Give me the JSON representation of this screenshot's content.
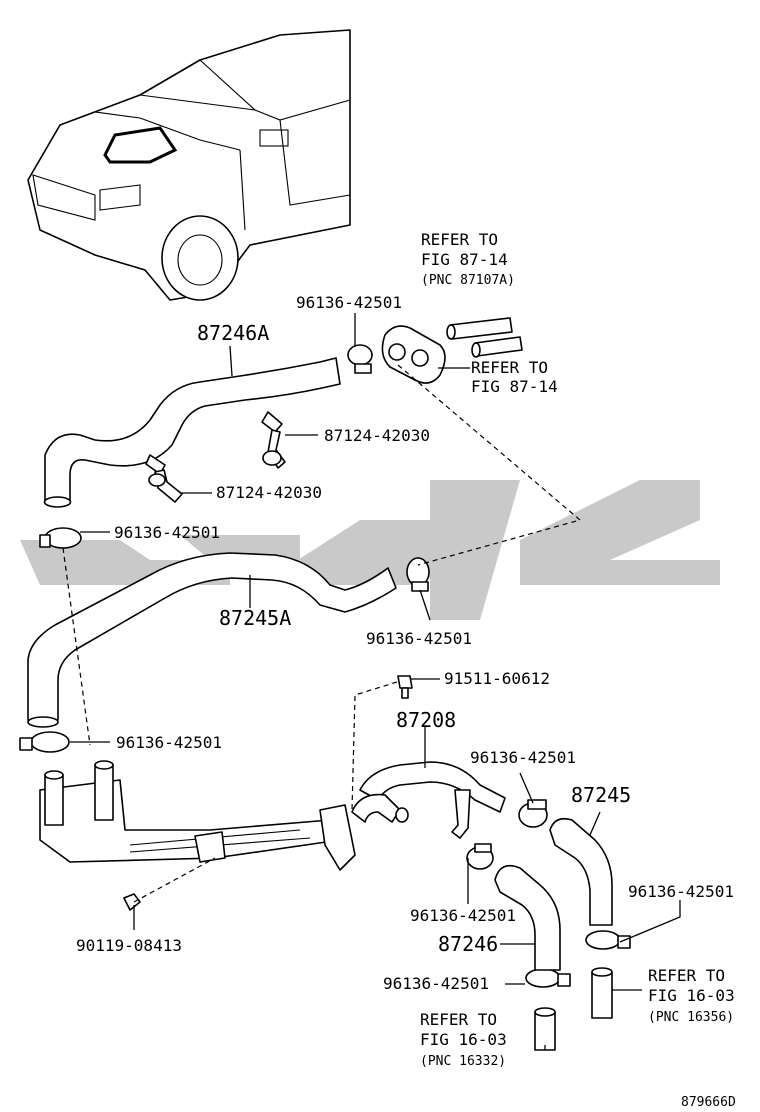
{
  "labels": {
    "p87246A": "87246A",
    "p87245A": "87245A",
    "p87208": "87208",
    "p87245": "87245",
    "p87246": "87246",
    "clamp_top": "96136-42501",
    "clamp_left": "96136-42501",
    "clamp_mid_right": "96136-42501",
    "clamp_left_low": "96136-42501",
    "clamp_87208": "96136-42501",
    "clamp_87246_top": "96136-42501",
    "clamp_87245_bottom": "96136-42501",
    "clamp_87246_bottom": "96136-42501",
    "bracket_1": "87124-42030",
    "bracket_2": "87124-42030",
    "bolt": "91511-60612",
    "nut": "90119-08413",
    "diagram_code": "879666D"
  },
  "refs": {
    "ref_fig87_top": {
      "l1": "REFER TO",
      "l2": "FIG 87-14",
      "l3": "(PNC 87107A)"
    },
    "ref_fig87_mid": {
      "l1": "REFER TO",
      "l2": "FIG 87-14"
    },
    "ref_fig16_right": {
      "l1": "REFER TO",
      "l2": "FIG 16-03",
      "l3": "(PNC 16356)"
    },
    "ref_fig16_bottom": {
      "l1": "REFER TO",
      "l2": "FIG 16-03",
      "l3": "(PNC 16332)"
    }
  }
}
